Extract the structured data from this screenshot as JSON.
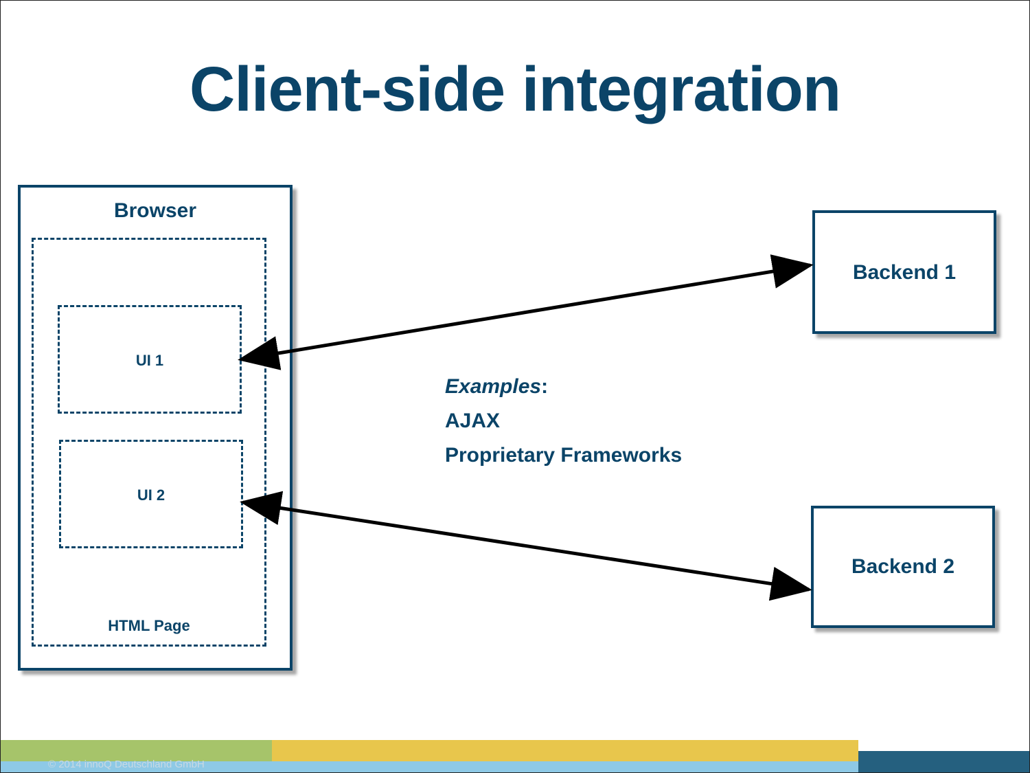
{
  "slide": {
    "title": "Client-side integration",
    "copyright": "© 2014 innoQ Deutschland GmbH"
  },
  "diagram": {
    "browser_label": "Browser",
    "html_page_label": "HTML Page",
    "ui1_label": "UI 1",
    "ui2_label": "UI 2",
    "backend1_label": "Backend 1",
    "backend2_label": "Backend 2"
  },
  "examples": {
    "heading": "Examples",
    "heading_suffix": ":",
    "items": [
      "AJAX",
      "Proprietary Frameworks"
    ]
  },
  "colors": {
    "primary": "#0b4468",
    "arrow": "#000000",
    "footer_green": "#a6c46a",
    "footer_yellow": "#e8c64c",
    "footer_light_blue": "#8ec9e6",
    "footer_dark_blue": "#25607f"
  }
}
